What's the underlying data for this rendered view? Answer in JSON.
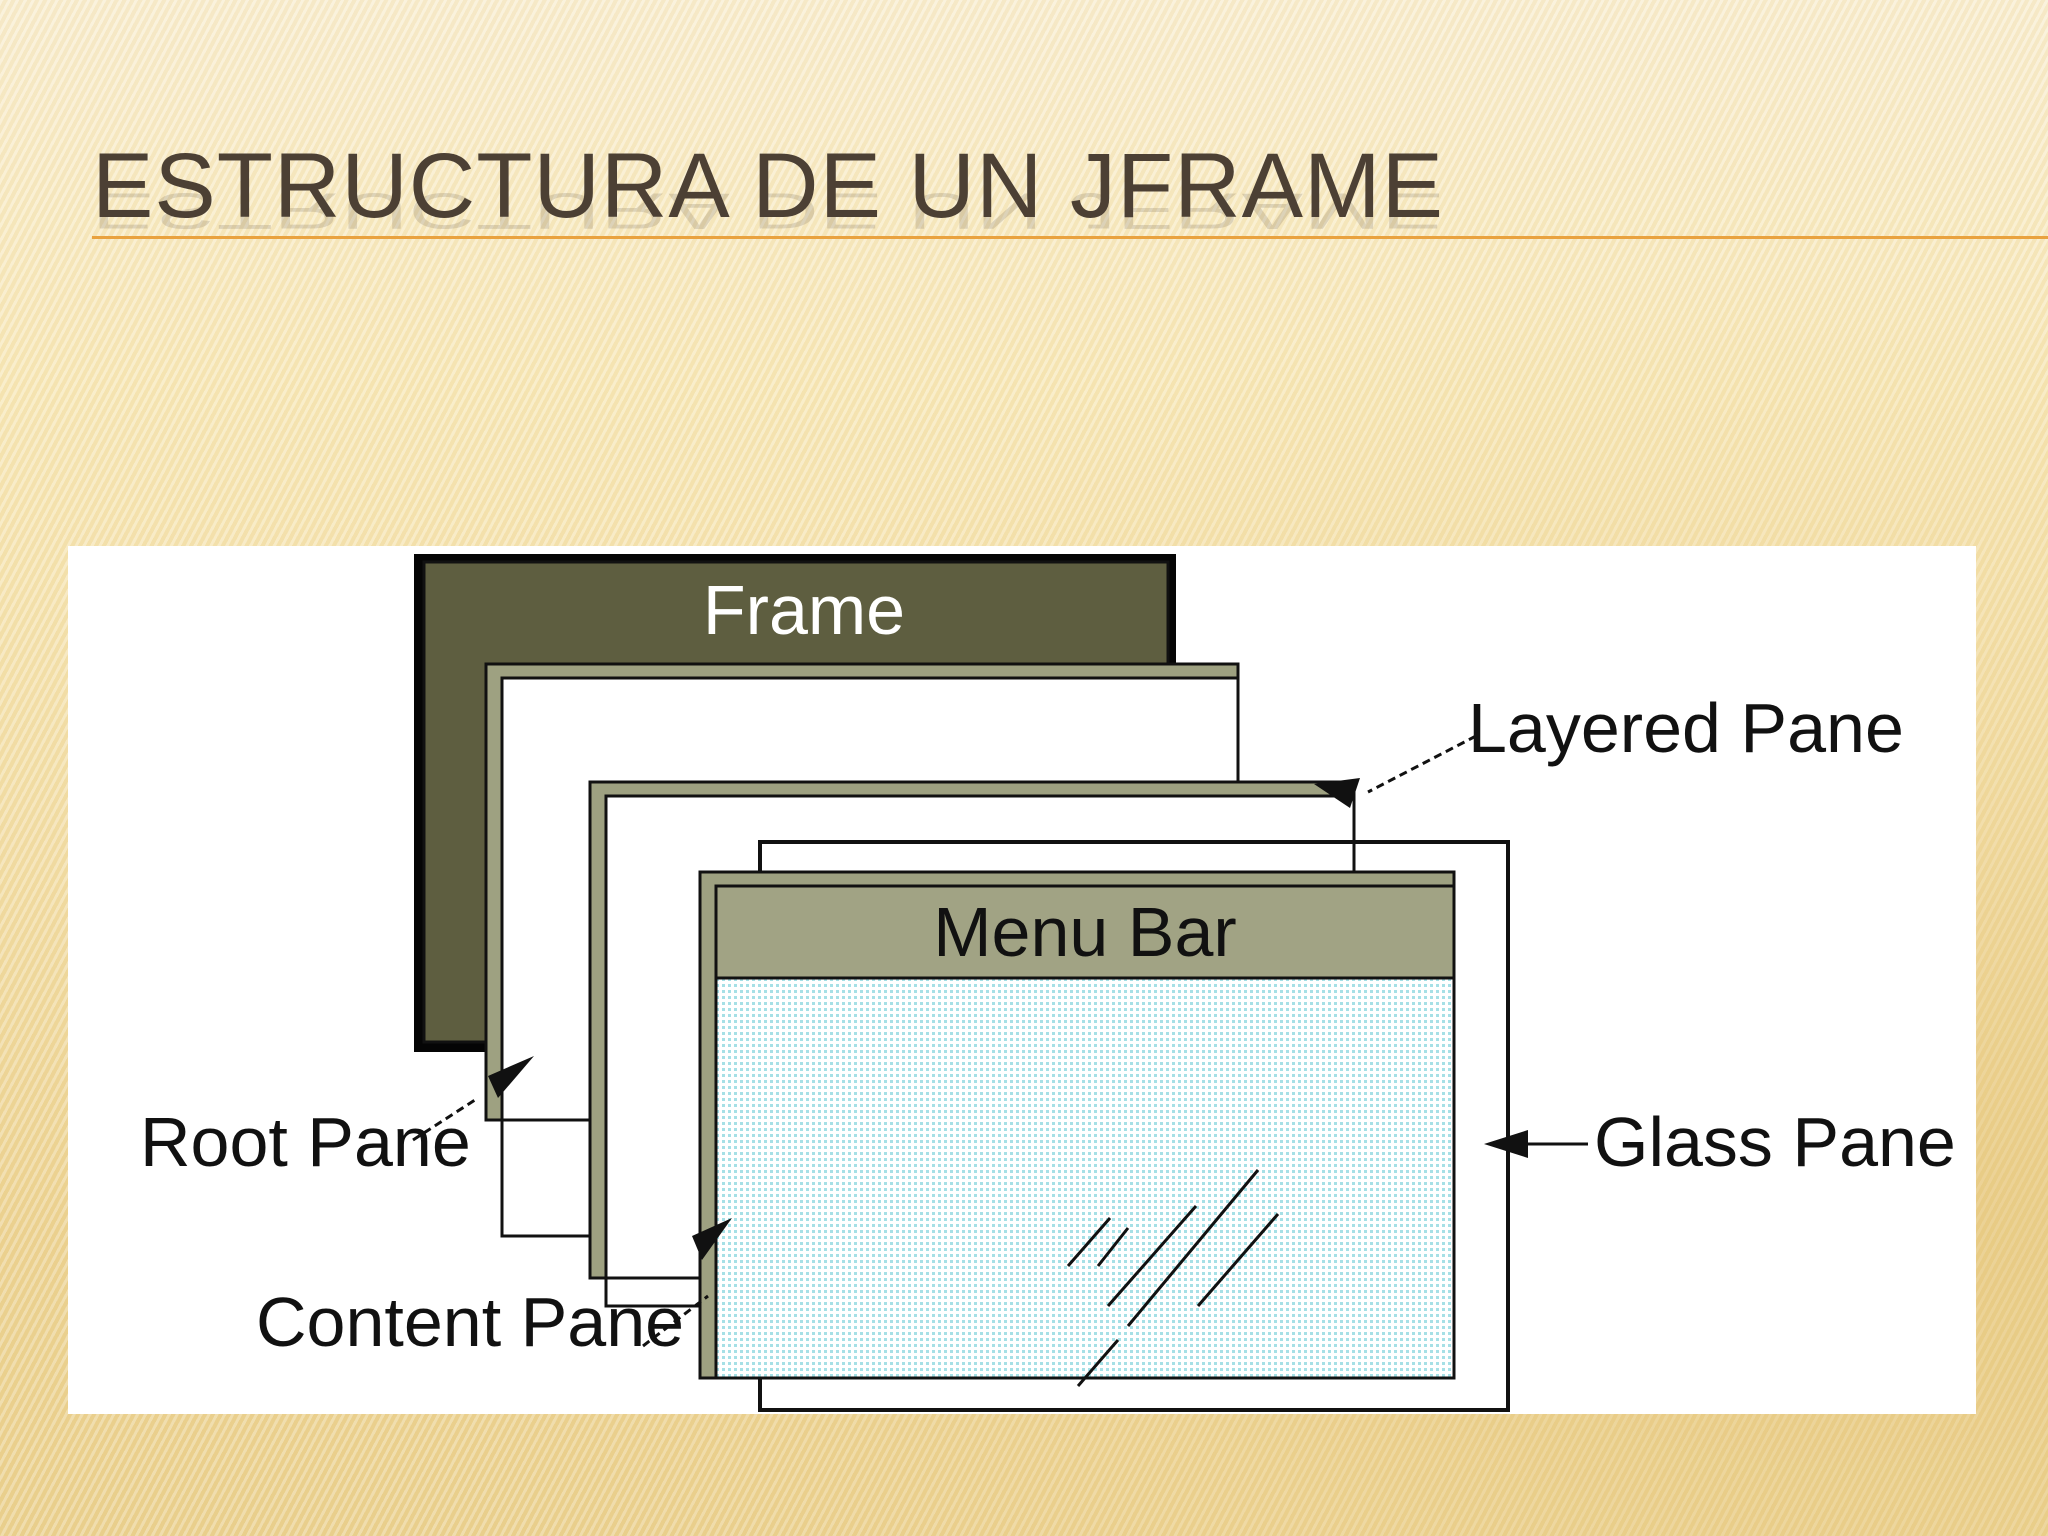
{
  "slide": {
    "title": "ESTRUCTURA DE UN JFRAME"
  },
  "diagram": {
    "frame_label": "Frame",
    "menu_bar_label": "Menu Bar",
    "labels": {
      "layered_pane": "Layered Pane",
      "root_pane": "Root Pane",
      "glass_pane": "Glass Pane",
      "content_pane": "Content Pane"
    },
    "colors": {
      "frame_fill": "#5e5e40",
      "pane_border": "#9ea181",
      "menu_bar_fill": "#a1a384",
      "content_dot": "#99dde4",
      "title_text": "#4c4034",
      "title_rule": "#e9a23f"
    }
  }
}
